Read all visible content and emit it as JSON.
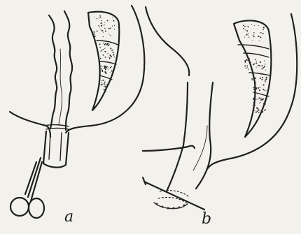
{
  "figure": {
    "panels": [
      {
        "id": "a",
        "label": "a"
      },
      {
        "id": "b",
        "label": "b"
      }
    ],
    "colors": {
      "ink": "#1f1f1f",
      "paper": "#f3f1ec"
    }
  }
}
